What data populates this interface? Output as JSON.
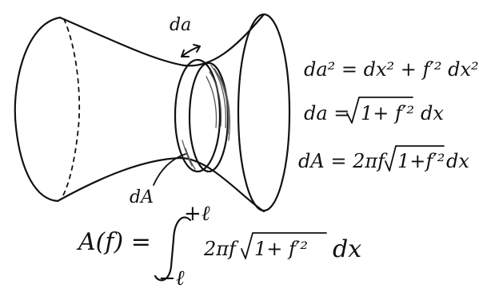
{
  "labels": {
    "arc_element": "da",
    "area_element": "dA"
  },
  "equations": {
    "eq1": "da² = dx² + f′² dx²",
    "eq2_lhs": "da =",
    "eq2_root": "1+ f′²",
    "eq2_rhs": "dx",
    "eq3_lhs": "dA = 2πf",
    "eq3_root": "1+f′²",
    "eq3_rhs": "dx"
  },
  "integral": {
    "lhs": "A(f) =",
    "upper_limit": "+ℓ",
    "lower_limit": "−ℓ",
    "integrand_prefix": "2πf",
    "integrand_root": "1+ f′²",
    "differential": "dx"
  },
  "colors": {
    "ink": "#111111",
    "shading": "#555555",
    "background": "#ffffff"
  }
}
